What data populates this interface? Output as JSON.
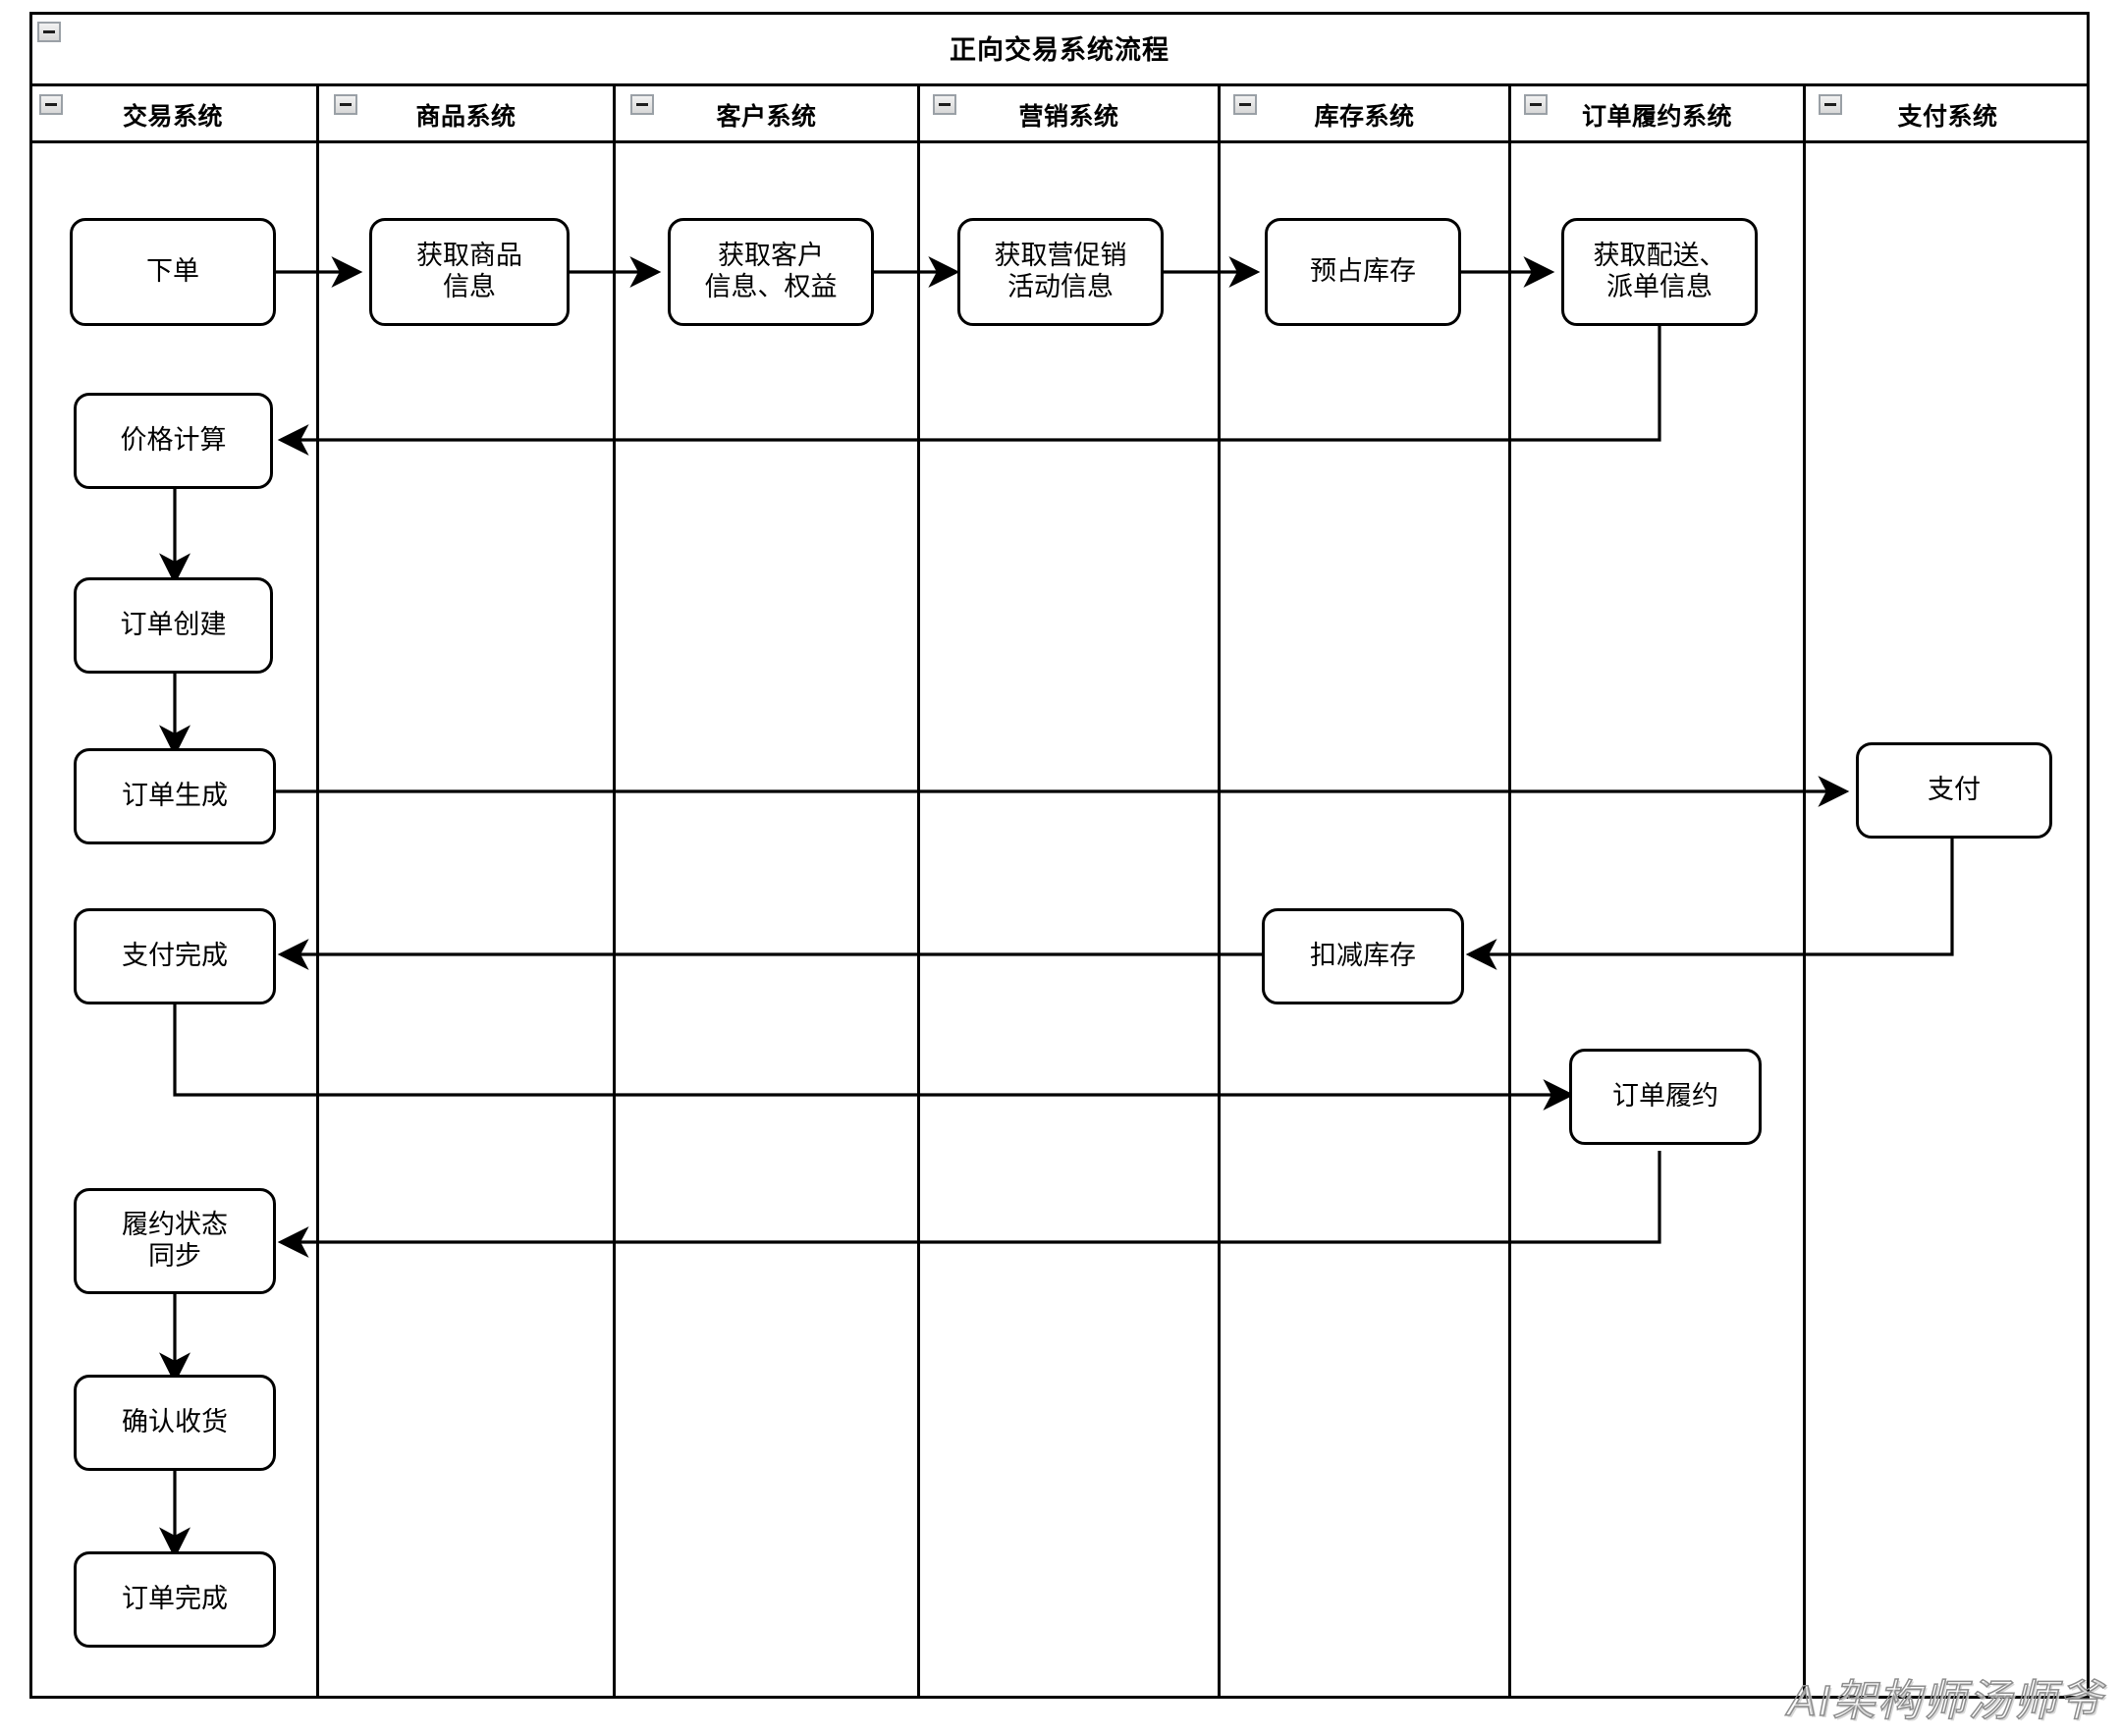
{
  "diagram": {
    "type": "swimlane-flowchart",
    "title": "正向交易系统流程",
    "watermark": "AI架构师汤师爷",
    "lanes": [
      {
        "id": "trade",
        "label": "交易系统"
      },
      {
        "id": "product",
        "label": "商品系统"
      },
      {
        "id": "customer",
        "label": "客户系统"
      },
      {
        "id": "marketing",
        "label": "营销系统"
      },
      {
        "id": "inventory",
        "label": "库存系统"
      },
      {
        "id": "fulfilment",
        "label": "订单履约系统"
      },
      {
        "id": "payment",
        "label": "支付系统"
      }
    ],
    "nodes": [
      {
        "id": "n1",
        "lane": "trade",
        "label": "下单"
      },
      {
        "id": "n2",
        "lane": "product",
        "label": "获取商品\n信息"
      },
      {
        "id": "n3",
        "lane": "customer",
        "label": "获取客户\n信息、权益"
      },
      {
        "id": "n4",
        "lane": "marketing",
        "label": "获取营促销\n活动信息"
      },
      {
        "id": "n5",
        "lane": "inventory",
        "label": "预占库存"
      },
      {
        "id": "n6",
        "lane": "fulfilment",
        "label": "获取配送、\n派单信息"
      },
      {
        "id": "n7",
        "lane": "trade",
        "label": "价格计算"
      },
      {
        "id": "n8",
        "lane": "trade",
        "label": "订单创建"
      },
      {
        "id": "n9",
        "lane": "trade",
        "label": "订单生成"
      },
      {
        "id": "n10",
        "lane": "payment",
        "label": "支付"
      },
      {
        "id": "n11",
        "lane": "trade",
        "label": "支付完成"
      },
      {
        "id": "n12",
        "lane": "inventory",
        "label": "扣减库存"
      },
      {
        "id": "n13",
        "lane": "fulfilment",
        "label": "订单履约"
      },
      {
        "id": "n14",
        "lane": "trade",
        "label": "履约状态\n同步"
      },
      {
        "id": "n15",
        "lane": "trade",
        "label": "确认收货"
      },
      {
        "id": "n16",
        "lane": "trade",
        "label": "订单完成"
      }
    ],
    "edges": [
      {
        "from": "n1",
        "to": "n2"
      },
      {
        "from": "n2",
        "to": "n3"
      },
      {
        "from": "n3",
        "to": "n4"
      },
      {
        "from": "n4",
        "to": "n5"
      },
      {
        "from": "n5",
        "to": "n6"
      },
      {
        "from": "n6",
        "to": "n7"
      },
      {
        "from": "n7",
        "to": "n8"
      },
      {
        "from": "n8",
        "to": "n9"
      },
      {
        "from": "n9",
        "to": "n10"
      },
      {
        "from": "n10",
        "to": "n12"
      },
      {
        "from": "n12",
        "to": "n11"
      },
      {
        "from": "n11",
        "to": "n13"
      },
      {
        "from": "n13",
        "to": "n14"
      },
      {
        "from": "n14",
        "to": "n15"
      },
      {
        "from": "n15",
        "to": "n16"
      }
    ],
    "colors": {
      "stroke": "#000000",
      "node_fill": "#ffffff",
      "background": "#ffffff",
      "collapse_widget": "#d8d8d8",
      "watermark": "#8d8d8d"
    }
  }
}
